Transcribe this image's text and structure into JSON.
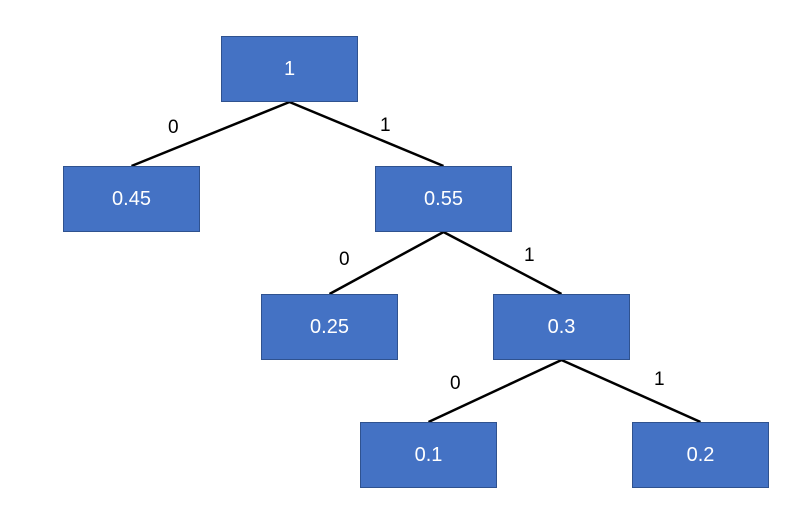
{
  "diagram": {
    "nodes": [
      {
        "id": "root",
        "label": "1"
      },
      {
        "id": "n045",
        "label": "0.45"
      },
      {
        "id": "n055",
        "label": "0.55"
      },
      {
        "id": "n025",
        "label": "0.25"
      },
      {
        "id": "n03",
        "label": "0.3"
      },
      {
        "id": "n01",
        "label": "0.1"
      },
      {
        "id": "n02",
        "label": "0.2"
      }
    ],
    "edges": [
      {
        "from": "root",
        "to": "n045",
        "label": "0"
      },
      {
        "from": "root",
        "to": "n055",
        "label": "1"
      },
      {
        "from": "n055",
        "to": "n025",
        "label": "0"
      },
      {
        "from": "n055",
        "to": "n03",
        "label": "1"
      },
      {
        "from": "n03",
        "to": "n01",
        "label": "0"
      },
      {
        "from": "n03",
        "to": "n02",
        "label": "1"
      }
    ],
    "colors": {
      "node_fill": "#4472C4",
      "node_border": "#2F528F",
      "node_text": "#FFFFFF",
      "edge": "#000000"
    }
  }
}
